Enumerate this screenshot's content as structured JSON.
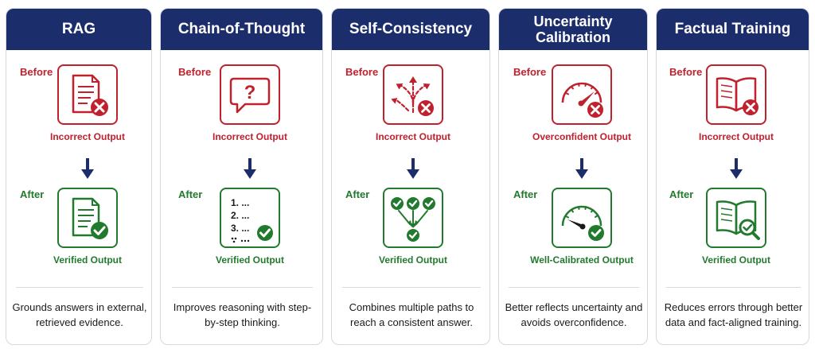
{
  "cards": [
    {
      "title": "RAG",
      "before_label": "Before",
      "before_caption": "Incorrect Output",
      "before_icon": "document-error-icon",
      "after_label": "After",
      "after_caption": "Verified Output",
      "after_icon": "document-check-icon",
      "description": "Grounds answers in external, retrieved evidence."
    },
    {
      "title": "Chain-of-Thought",
      "before_label": "Before",
      "before_caption": "Incorrect Output",
      "before_icon": "question-bubble-icon",
      "after_label": "After",
      "after_caption": "Verified Output",
      "after_icon": "numbered-steps-check-icon",
      "steps": [
        "1. ...",
        "2. ...",
        "3. ..."
      ],
      "description": "Improves reasoning with step-by-step thinking."
    },
    {
      "title": "Self-Consistency",
      "before_label": "Before",
      "before_caption": "Incorrect Output",
      "before_icon": "diverging-paths-error-icon",
      "after_label": "After",
      "after_caption": "Verified Output",
      "after_icon": "converging-checks-icon",
      "description": "Combines multiple paths to reach a consistent answer."
    },
    {
      "title": "Uncertainty Calibration",
      "before_label": "Before",
      "before_caption": "Overconfident Output",
      "before_icon": "gauge-high-error-icon",
      "after_label": "After",
      "after_caption": "Well-Calibrated Output",
      "after_icon": "gauge-calibrated-check-icon",
      "description": "Better reflects uncertainty and avoids overconfidence."
    },
    {
      "title": "Factual Training",
      "before_label": "Before",
      "before_caption": "Incorrect Output",
      "before_icon": "open-book-error-icon",
      "after_label": "After",
      "after_caption": "Verified Output",
      "after_icon": "open-book-magnifier-icon",
      "description": "Reduces errors through better data and fact-aligned training."
    }
  ],
  "colors": {
    "header": "#1b2d6b",
    "before": "#c0212d",
    "after": "#227a2e",
    "arrow": "#1b2d6b"
  }
}
